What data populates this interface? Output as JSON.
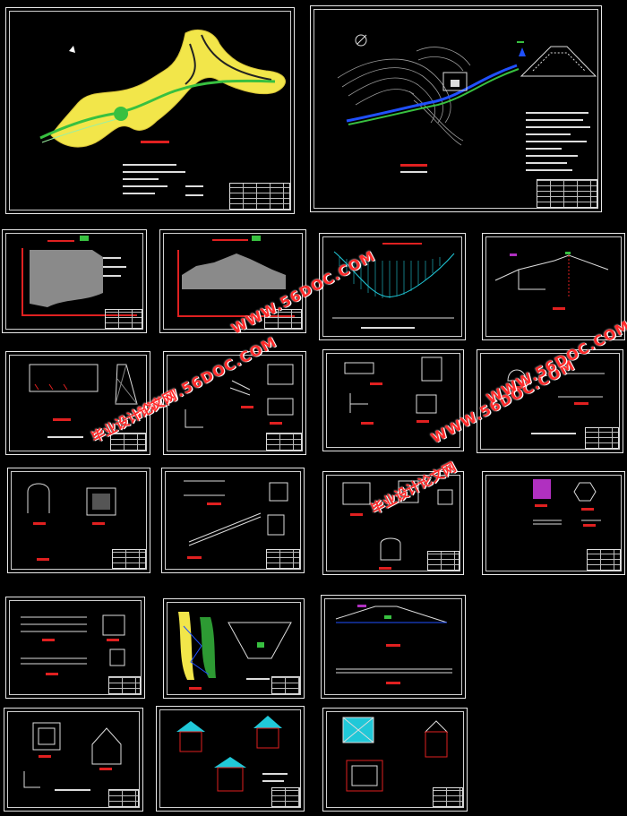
{
  "watermarks": {
    "url_1": "WWW.56DOC.COM",
    "url_2": "WWW.56DOC.COM",
    "url_3": "WWW.56DOC.COM",
    "url_4": "WWW.56DOC.COM",
    "cn_1": "毕业设计论文网",
    "cn_2": "毕业设计论文网"
  },
  "colors": {
    "background": "#000000",
    "sheet_border": "#e8e8e8",
    "accent_red": "#e02020",
    "terrain_yellow": "#f2e64a",
    "river_green": "#38c040",
    "river_blue": "#2050ff",
    "purple_fill": "#b030c0",
    "cyan_fill": "#20c8d8"
  }
}
